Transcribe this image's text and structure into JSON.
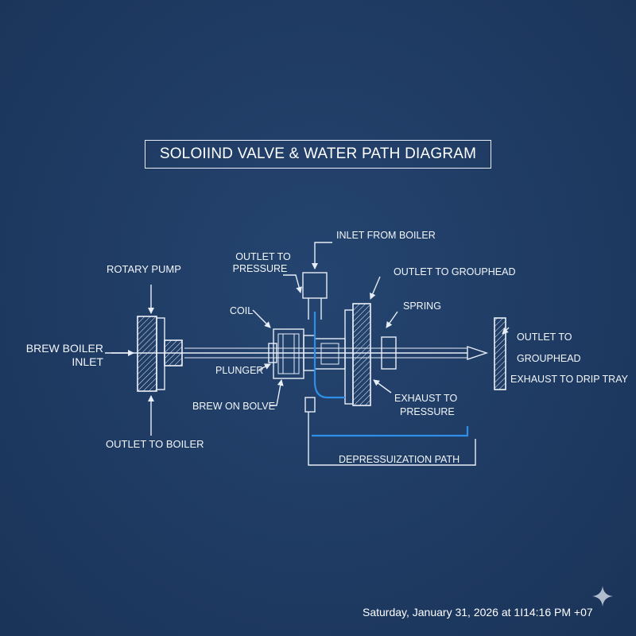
{
  "title": "SOLOIIND VALVE & WATER PATH DIAGRAM",
  "labels": {
    "rotary_pump": "ROTARY PUMP",
    "brew_boiler_line1": "BREW BOILER",
    "brew_boiler_line2": "INLET",
    "outlet_to_boiler": "OUTLET TO BOILER",
    "coil": "COIL",
    "plunger": "PLUNGER",
    "brew_on_bolve": "BREW ON BOLVE",
    "outlet_to_pressure_line1": "OUTLET TO",
    "outlet_to_pressure_line2": "PRESSURE",
    "inlet_from_boiler": "INLET FROM BOILER",
    "outlet_to_grouphead_top": "OUTLET TO GROUPHEAD",
    "spring": "SPRING",
    "exhaust_to_pressure_line1": "EXHAUST TO",
    "exhaust_to_pressure_line2": "PRESSURE",
    "outlet_to_grouphead_right_line1": "OUTLET TO",
    "outlet_to_grouphead_right_line2": "GROUPHEAD",
    "exhaust_to_drip_tray": "EXHAUST TO DRIP TRAY",
    "depressurization_path": "DEPRESSUIZATION PATH"
  },
  "timestamp": "Saturday, January 31, 2026 at 1I14:16 PM +07",
  "colors": {
    "background": "#1f3b63",
    "line": "#e8eef7",
    "water_path": "#2f8fe8"
  },
  "icons": {
    "corner_mark": "sparkle-icon"
  }
}
